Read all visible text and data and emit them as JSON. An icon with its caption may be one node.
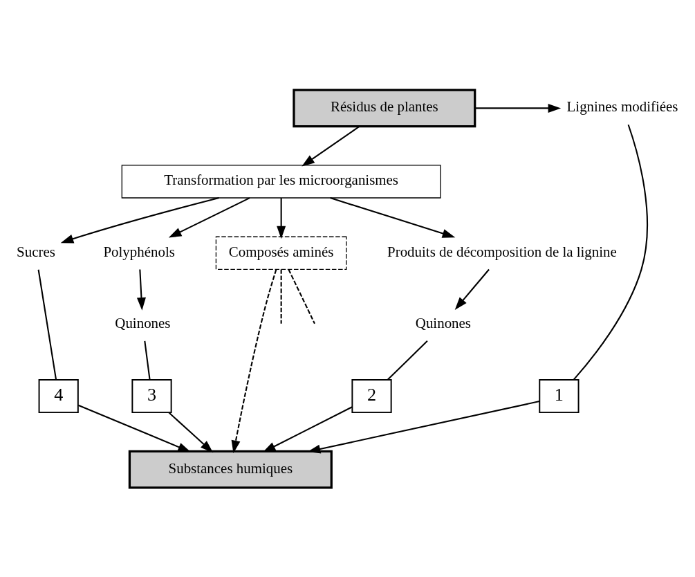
{
  "diagram": {
    "nodes": [
      {
        "text": [
          "Résidus de plantes"
        ]
      },
      {
        "text": [
          "Lignines modifiées"
        ]
      },
      {
        "text": [
          "Transformation par les microorganismes"
        ]
      },
      {
        "text": [
          "Sucres"
        ]
      },
      {
        "text": [
          "Polyphénols"
        ]
      },
      {
        "text": [
          "Composés aminés"
        ]
      },
      {
        "text": [
          "Produits de décomposition de la lignine"
        ]
      },
      {
        "text": [
          "Quinones"
        ]
      },
      {
        "text": [
          "Quinones"
        ]
      },
      {
        "text": [
          "Substances humiques"
        ]
      },
      {
        "text": [
          "1"
        ]
      },
      {
        "text": [
          "2"
        ]
      },
      {
        "text": [
          "3"
        ]
      },
      {
        "text": [
          "4"
        ]
      }
    ],
    "edges": [
      {
        "from": 0,
        "to": 1,
        "arrow": "to"
      },
      {
        "from": 0,
        "to": 2,
        "arrow": "to"
      },
      {
        "from": 2,
        "to": 3,
        "arrow": "to"
      },
      {
        "from": 2,
        "to": 4,
        "arrow": "to"
      },
      {
        "from": 2,
        "to": 5,
        "arrow": "to"
      },
      {
        "from": 2,
        "to": 6,
        "arrow": "to"
      },
      {
        "from": 4,
        "to": 7,
        "arrow": "to"
      },
      {
        "from": 6,
        "to": 8,
        "arrow": "to"
      },
      {
        "from": 5,
        "to": null,
        "arrow": "none",
        "style": "dashed"
      },
      {
        "from": 5,
        "to": 9,
        "arrow": "to",
        "style": "dashed"
      },
      {
        "from": 5,
        "to": null,
        "arrow": "none",
        "style": "dashed"
      },
      {
        "from": 7,
        "to": 12,
        "arrow": "none"
      },
      {
        "from": 12,
        "to": 9,
        "arrow": "to"
      },
      {
        "from": 8,
        "to": 11,
        "arrow": "none"
      },
      {
        "from": 11,
        "to": 9,
        "arrow": "to"
      },
      {
        "from": 3,
        "to": 13,
        "arrow": "none"
      },
      {
        "from": 13,
        "to": 9,
        "arrow": "to"
      },
      {
        "from": 1,
        "to": 10,
        "arrow": "none"
      },
      {
        "from": 10,
        "to": 9,
        "arrow": "to"
      }
    ]
  }
}
